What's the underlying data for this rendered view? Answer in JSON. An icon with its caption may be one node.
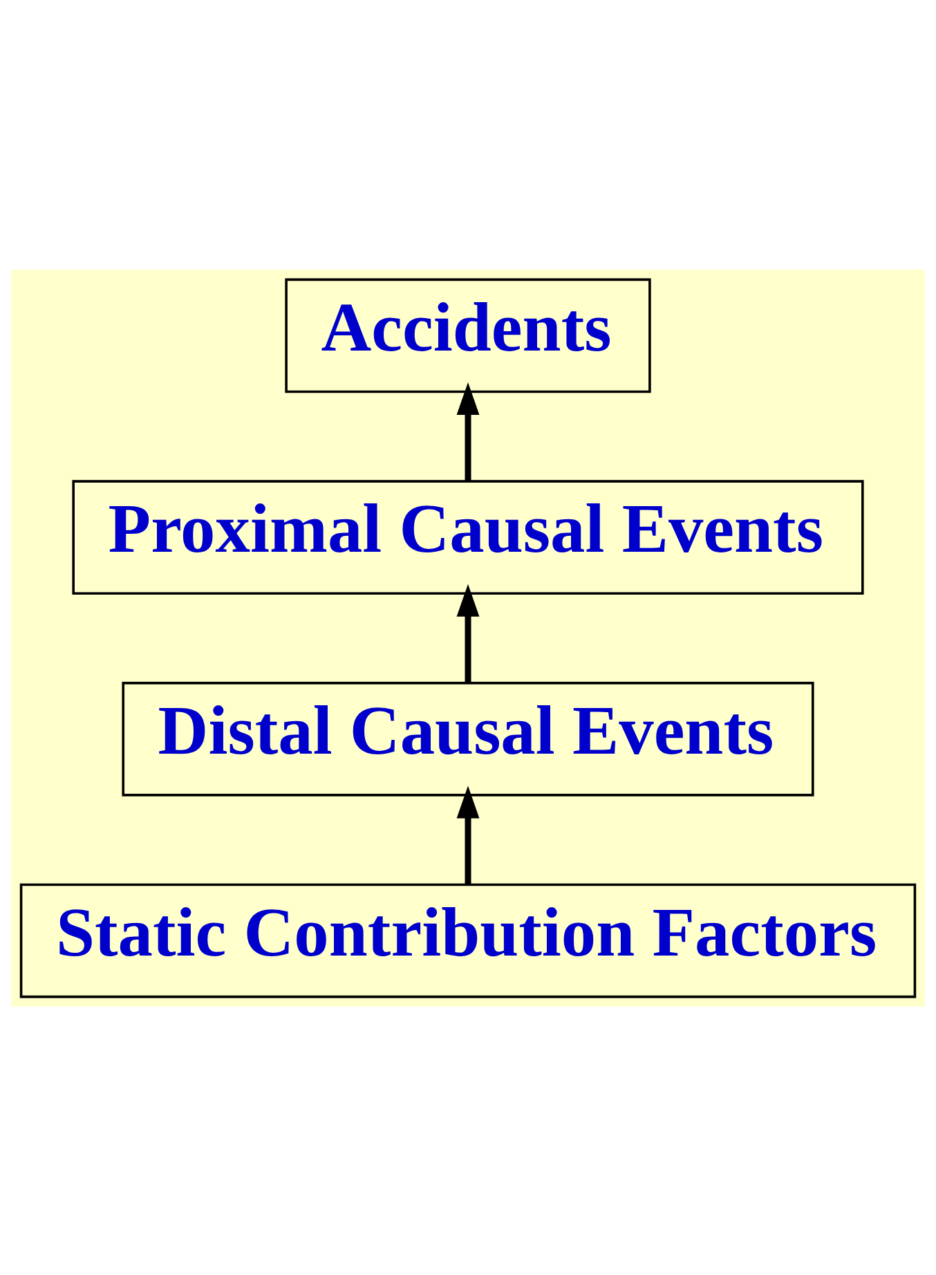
{
  "diagram": {
    "nodes": [
      {
        "text": [
          "Accidents"
        ]
      },
      {
        "text": [
          "Proximal Causal Events"
        ]
      },
      {
        "text": [
          "Distal Causal Events"
        ]
      },
      {
        "text": [
          "Static Contribution Factors"
        ]
      }
    ],
    "edges": [
      {
        "from": 3,
        "to": 2,
        "arrow": "to"
      },
      {
        "from": 2,
        "to": 1,
        "arrow": "to"
      },
      {
        "from": 1,
        "to": 0,
        "arrow": "to"
      }
    ]
  }
}
